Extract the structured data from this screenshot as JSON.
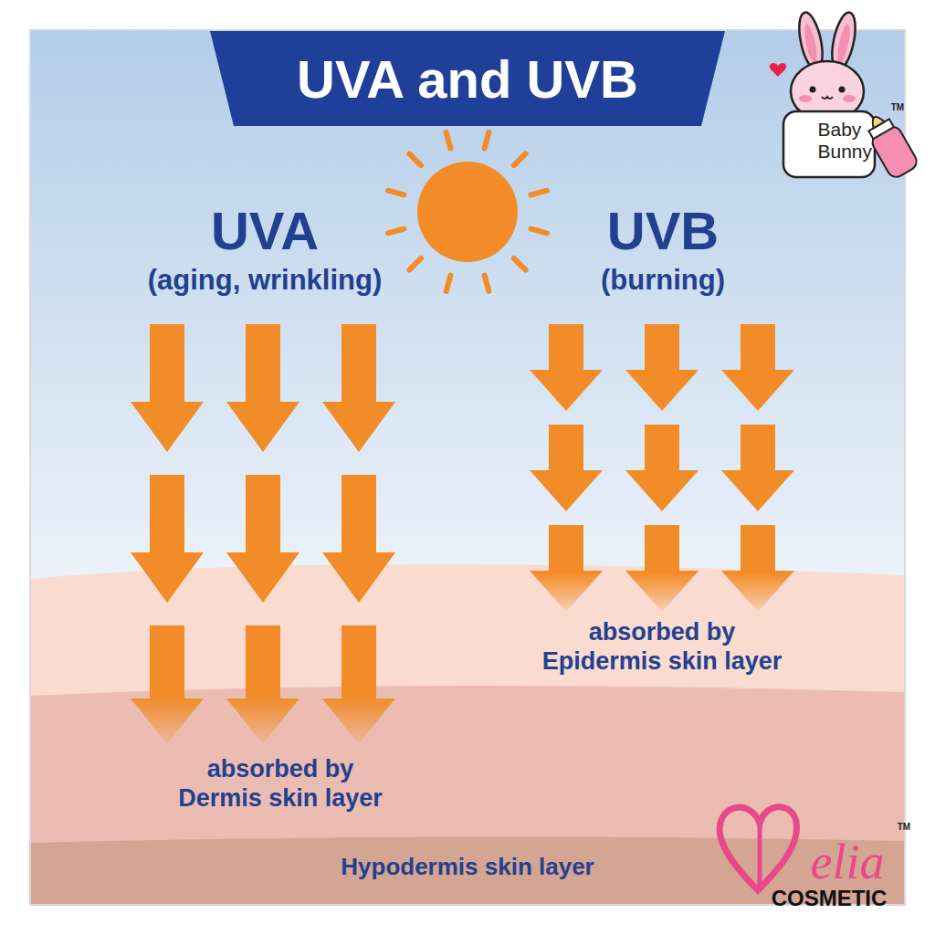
{
  "diagram": {
    "title": "UVA and UVB",
    "nodes": [
      {
        "text": [
          "absorbed by Epidermis skin layer"
        ]
      },
      {
        "text": [
          "absorbed by Dermis skin layer"
        ]
      },
      {
        "text": [
          "Hypodermis skin layer"
        ]
      }
    ],
    "labels": [
      "UVA",
      "(aging, wrinkling)",
      "UVB",
      "(burning)",
      "Baby Bunny",
      "TM",
      "elia",
      "COSMETIC",
      "TM"
    ]
  }
}
